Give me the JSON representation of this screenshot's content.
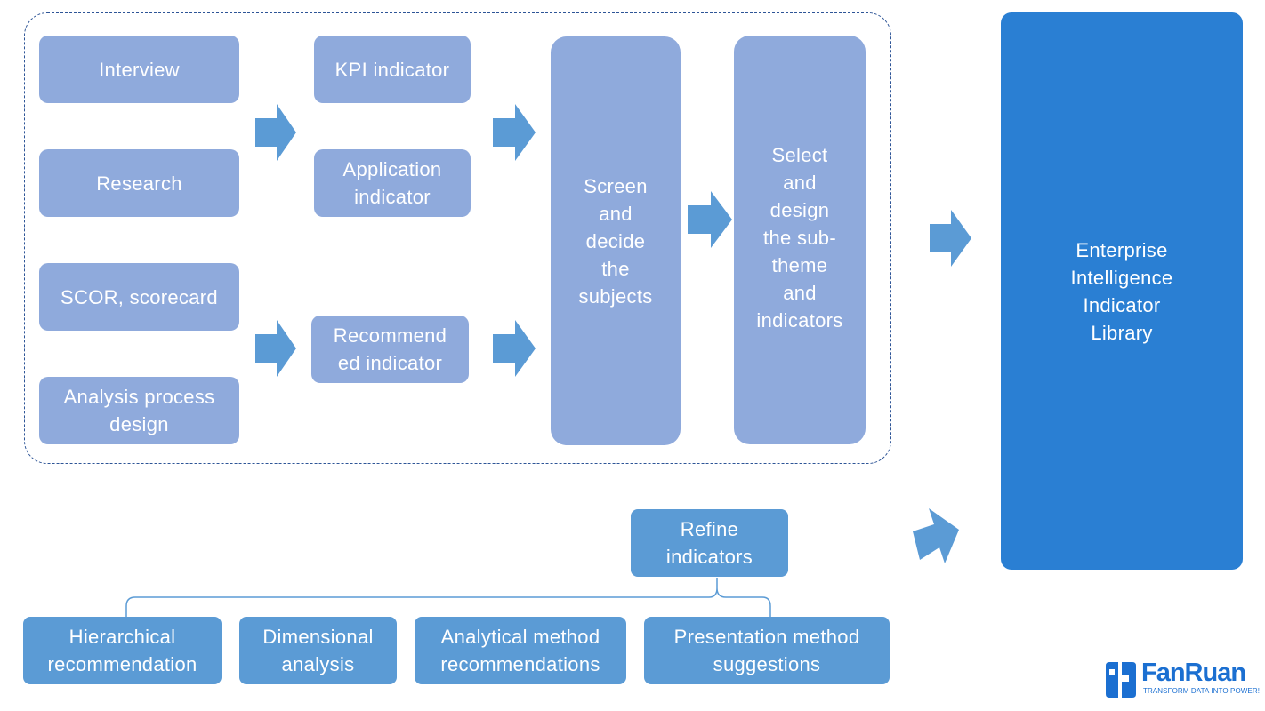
{
  "left_column": [
    {
      "id": "interview",
      "label": "Interview"
    },
    {
      "id": "research",
      "label": "Research"
    },
    {
      "id": "scor",
      "label": "SCOR, scorecard"
    },
    {
      "id": "analysis-process",
      "label": "Analysis process\ndesign"
    }
  ],
  "indicators": [
    {
      "id": "kpi",
      "label": "KPI indicator"
    },
    {
      "id": "application",
      "label": "Application\nindicator"
    },
    {
      "id": "recommended",
      "label": "Recommend\ned indicator"
    }
  ],
  "screen_box": {
    "label": "Screen\nand\ndecide\nthe\nsubjects"
  },
  "select_box": {
    "label": "Select\nand\ndesign\nthe sub-\ntheme\nand\nindicators"
  },
  "library_box": {
    "label": "Enterprise\nIntelligence\nIndicator\nLibrary"
  },
  "refine_box": {
    "label": "Refine\nindicators"
  },
  "bottom_row": [
    {
      "id": "hierarchical",
      "label": "Hierarchical\nrecommendation"
    },
    {
      "id": "dimensional",
      "label": "Dimensional\nanalysis"
    },
    {
      "id": "analytical",
      "label": "Analytical method\nrecommendations"
    },
    {
      "id": "presentation",
      "label": "Presentation method\nsuggestions"
    }
  ],
  "logo": {
    "name": "FanRuan",
    "tagline": "TRANSFORM DATA INTO POWER!"
  },
  "colors": {
    "light_box": "#8faadc",
    "mid_box": "#5b9bd5",
    "dark_box": "#2a7fd3",
    "arrow": "#5b9bd5",
    "dashed_border": "#2e5597",
    "logo": "#1b6fd1"
  }
}
